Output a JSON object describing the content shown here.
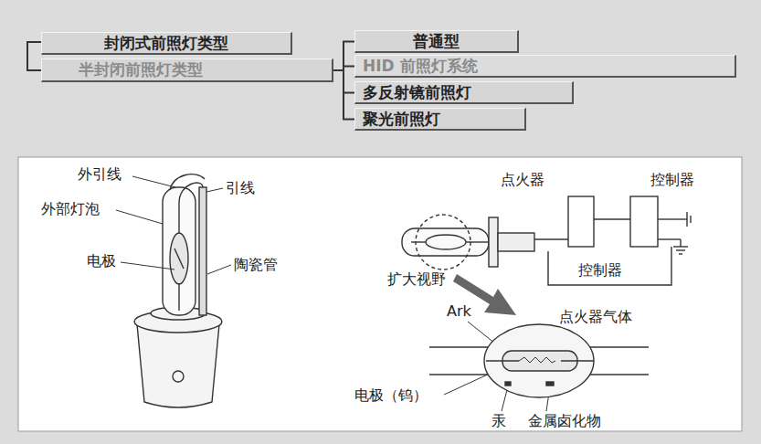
{
  "diagram": {
    "nodes": [
      {
        "text": [
          "封闭式前照灯类型"
        ]
      },
      {
        "text": [
          "半封闭前照灯类型"
        ]
      },
      {
        "text": [
          "普通型"
        ]
      },
      {
        "text": [
          "HID 前照灯系统"
        ]
      },
      {
        "text": [
          "多反射镜前照灯"
        ]
      },
      {
        "text": [
          "聚光前照灯"
        ]
      }
    ],
    "edges": [
      {
        "from": 1,
        "to": 2,
        "arrow": "none"
      },
      {
        "from": 1,
        "to": 3,
        "arrow": "none"
      },
      {
        "from": 1,
        "to": 4,
        "arrow": "none"
      },
      {
        "from": 1,
        "to": 5,
        "arrow": "none"
      }
    ],
    "labels": [
      "外引线",
      "引线",
      "外部灯泡",
      "电极",
      "陶瓷管",
      "点火器",
      "控制器",
      "控制器",
      "扩大视野",
      "Ark",
      "点火器气体",
      "电极（钨）",
      "汞",
      "金属卤化物"
    ]
  }
}
